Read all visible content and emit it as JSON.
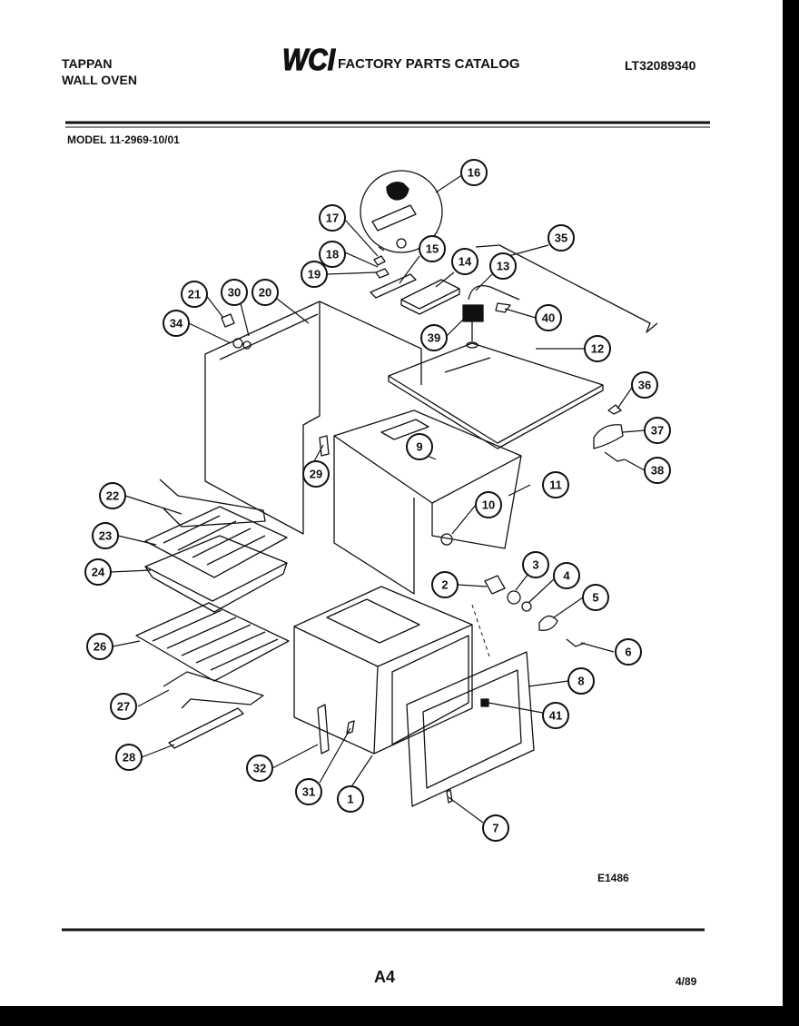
{
  "header": {
    "brand_line1": "TAPPAN",
    "brand_line2": "WALL OVEN",
    "logo_text": "WCI",
    "title": "FACTORY PARTS CATALOG",
    "catalog_number": "LT32089340"
  },
  "model": "MODEL 11-2969-10/01",
  "callouts": [
    "1",
    "2",
    "3",
    "4",
    "5",
    "6",
    "7",
    "8",
    "9",
    "10",
    "11",
    "12",
    "13",
    "14",
    "15",
    "16",
    "17",
    "18",
    "19",
    "20",
    "21",
    "22",
    "23",
    "24",
    "26",
    "27",
    "28",
    "29",
    "30",
    "31",
    "32",
    "34",
    "35",
    "36",
    "37",
    "38",
    "39",
    "40",
    "41"
  ],
  "footer": {
    "diagram_code": "E1486",
    "page_number": "A4",
    "date": "4/89"
  },
  "colors": {
    "ink": "#111111",
    "paper": "#ffffff",
    "border": "#000000"
  }
}
